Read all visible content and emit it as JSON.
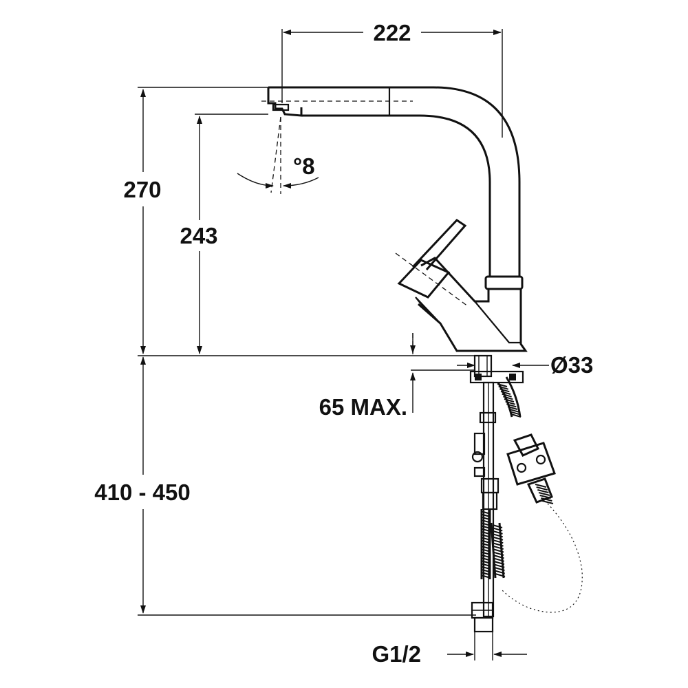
{
  "dimensions": {
    "reach": "222",
    "total_height": "270",
    "spout_height": "243",
    "swivel_angle": "°8",
    "body_diameter": "Ø33",
    "max_thickness": "65 MAX.",
    "installation_depth": "410 - 450",
    "connection_thread": "G1/2"
  },
  "colors": {
    "line": "#111111",
    "background": "#ffffff"
  }
}
